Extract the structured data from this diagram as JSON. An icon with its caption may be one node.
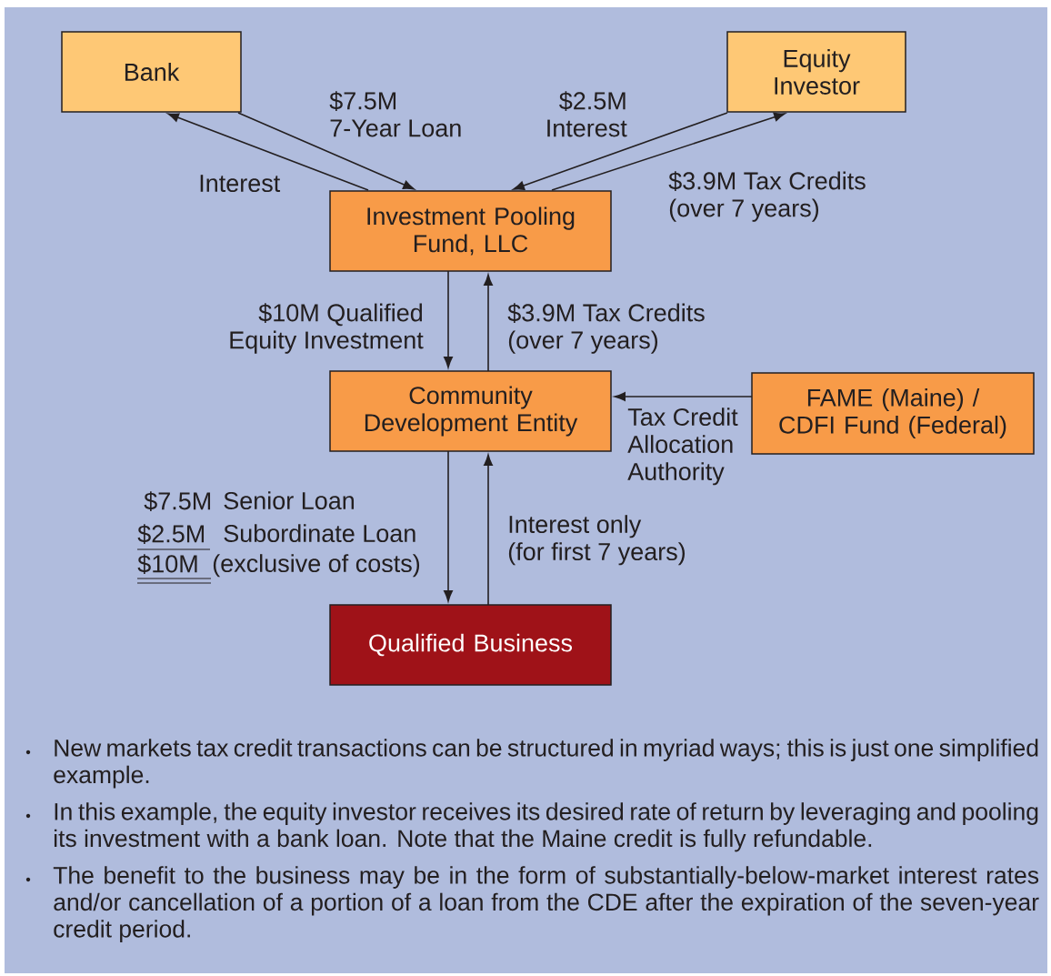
{
  "diagram": {
    "nodes": [
      {
        "text": [
          "Bank"
        ]
      },
      {
        "text": [
          "Equity Investor"
        ]
      },
      {
        "text": [
          "Investment Pooling Fund, LLC"
        ]
      },
      {
        "text": [
          "Community Development Entity"
        ]
      },
      {
        "text": [
          "FAME (Maine) / CDFI Fund (Federal)"
        ]
      },
      {
        "text": [
          "Qualified Business"
        ]
      }
    ],
    "edges": [
      {
        "from": 0,
        "to": 2,
        "arrow": "to",
        "label": "$7.5M 7-Year Loan"
      },
      {
        "from": 2,
        "to": 0,
        "arrow": "to",
        "label": "Interest"
      },
      {
        "from": 1,
        "to": 2,
        "arrow": "to",
        "label": "$2.5M Interest"
      },
      {
        "from": 2,
        "to": 1,
        "arrow": "to",
        "label": "$3.9M Tax Credits (over 7 years)"
      },
      {
        "from": 2,
        "to": 3,
        "arrow": "to",
        "label": "$10M Qualified Equity Investment"
      },
      {
        "from": 3,
        "to": 2,
        "arrow": "to",
        "label": "$3.9M Tax Credits (over 7 years)"
      },
      {
        "from": 4,
        "to": 3,
        "arrow": "to",
        "label": "Tax Credit Allocation Authority"
      },
      {
        "from": 3,
        "to": 5,
        "arrow": "to"
      },
      {
        "from": 5,
        "to": 3,
        "arrow": "to",
        "label": "Interest only (for first 7 years)"
      }
    ],
    "labels": [
      "$7.5M",
      "Senior Loan",
      "$2.5M",
      "Subordinate Loan",
      "$10M",
      "(exclusive of costs)",
      "New markets tax credit transactions can be structured in myriad ways; this is just one simplified example.",
      "In this example, the equity investor receives its desired rate of return by leveraging and pooling its investment with a bank loan. Note that the Maine credit is fully refundable.",
      "The benefit to the business may be in the form of substantially-below-market interest rates and/or cancellation of a portion of a loan from the CDE after the expiration of the seven-year credit period."
    ]
  }
}
